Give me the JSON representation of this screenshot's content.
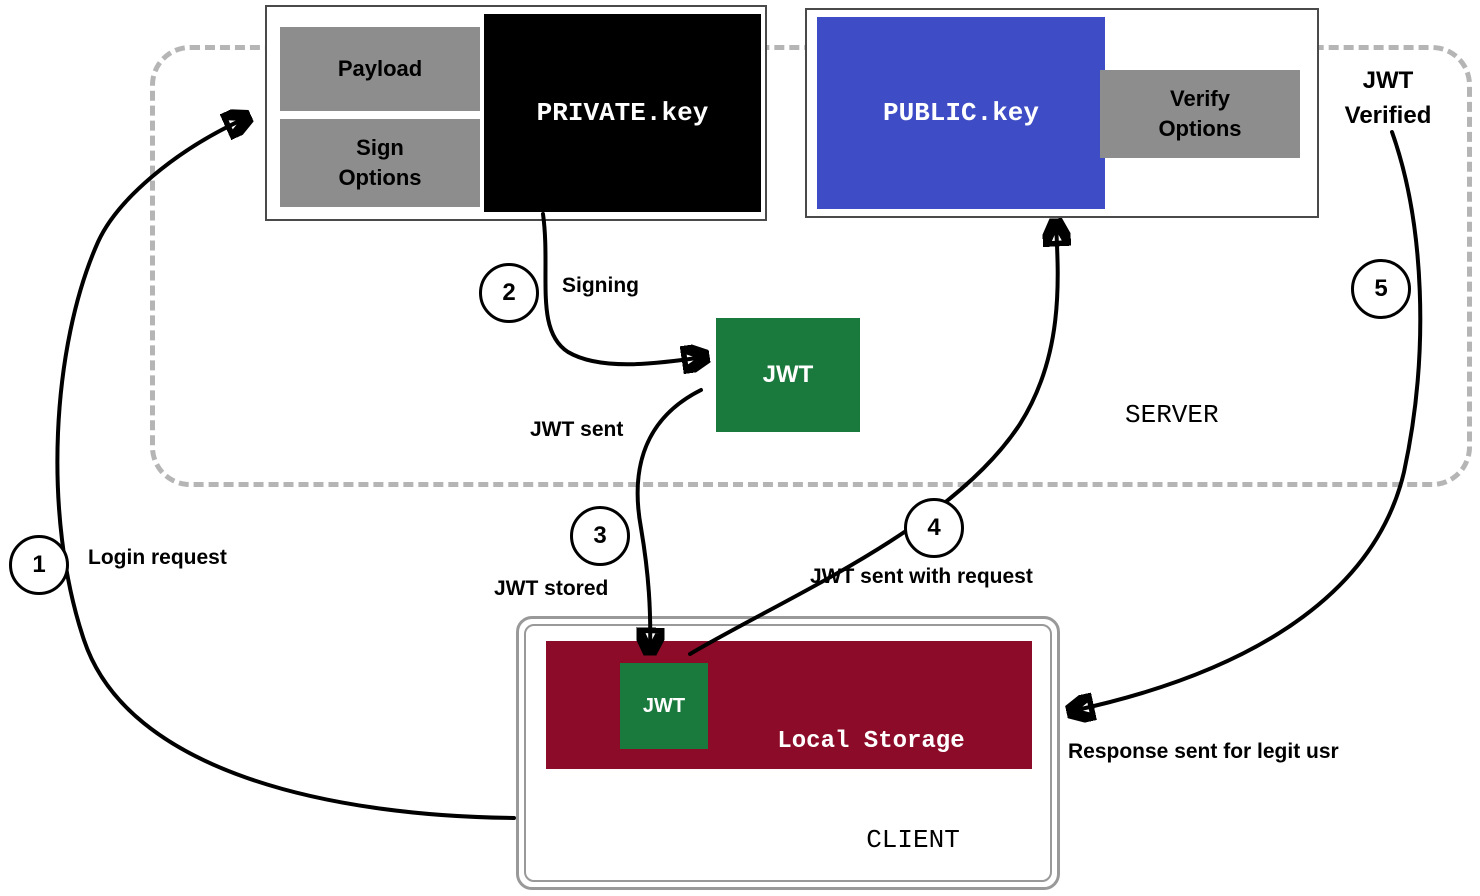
{
  "server": {
    "label": "SERVER",
    "signing_unit": {
      "payload": "Payload",
      "sign_options": "Sign Options",
      "private_key": "PRIVATE.key"
    },
    "verify_unit": {
      "public_key": "PUBLIC.key",
      "verify_options": "Verify Options"
    },
    "jwt": "JWT"
  },
  "client": {
    "label": "CLIENT",
    "local_storage": "Local Storage",
    "jwt": "JWT"
  },
  "steps": [
    "1",
    "2",
    "3",
    "4",
    "5"
  ],
  "annotations": {
    "login_request": "Login request",
    "signing": "Signing",
    "jwt_sent": "JWT sent",
    "jwt_stored": "JWT stored",
    "jwt_sent_with_request": "JWT sent with request",
    "jwt_verified": "JWT Verified",
    "response_sent": "Response sent for legit usr"
  },
  "colors": {
    "private_key_bg": "#000000",
    "public_key_bg": "#3e4dc5",
    "option_box_bg": "#8d8d8d",
    "jwt_bg": "#1a7a3e",
    "local_storage_bg": "#8c0b28",
    "arrow": "#000000",
    "boundary": "#b5b5b5"
  }
}
